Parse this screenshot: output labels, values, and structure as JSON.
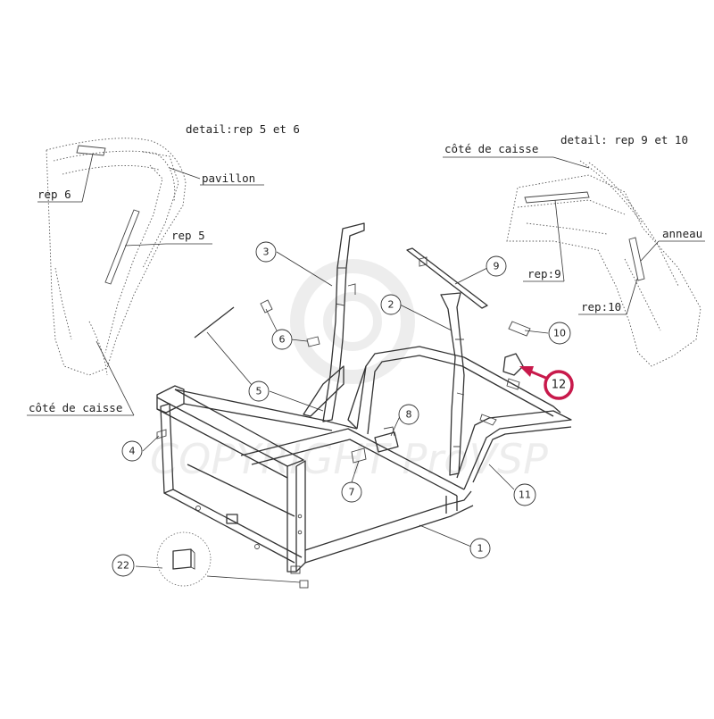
{
  "watermark": "COPYRIGHT ProVSP",
  "details": {
    "rep56_title": "detail:rep 5 et 6",
    "rep910_title": "detail: rep 9 et 10",
    "pavillon": "pavillon",
    "rep6": "rep 6",
    "rep5": "rep 5",
    "cote_caisse_left": "côté de caisse",
    "cote_caisse_right": "côté de caisse",
    "anneau": "anneau",
    "rep9": "rep:9",
    "rep10": "rep:10"
  },
  "callouts": {
    "c1": "1",
    "c2": "2",
    "c3": "3",
    "c4": "4",
    "c5": "5",
    "c6": "6",
    "c7": "7",
    "c8": "8",
    "c9": "9",
    "c10": "10",
    "c11": "11",
    "c12": "12",
    "c22": "22"
  },
  "colors": {
    "highlight": "#c8194b",
    "line": "#333333"
  }
}
